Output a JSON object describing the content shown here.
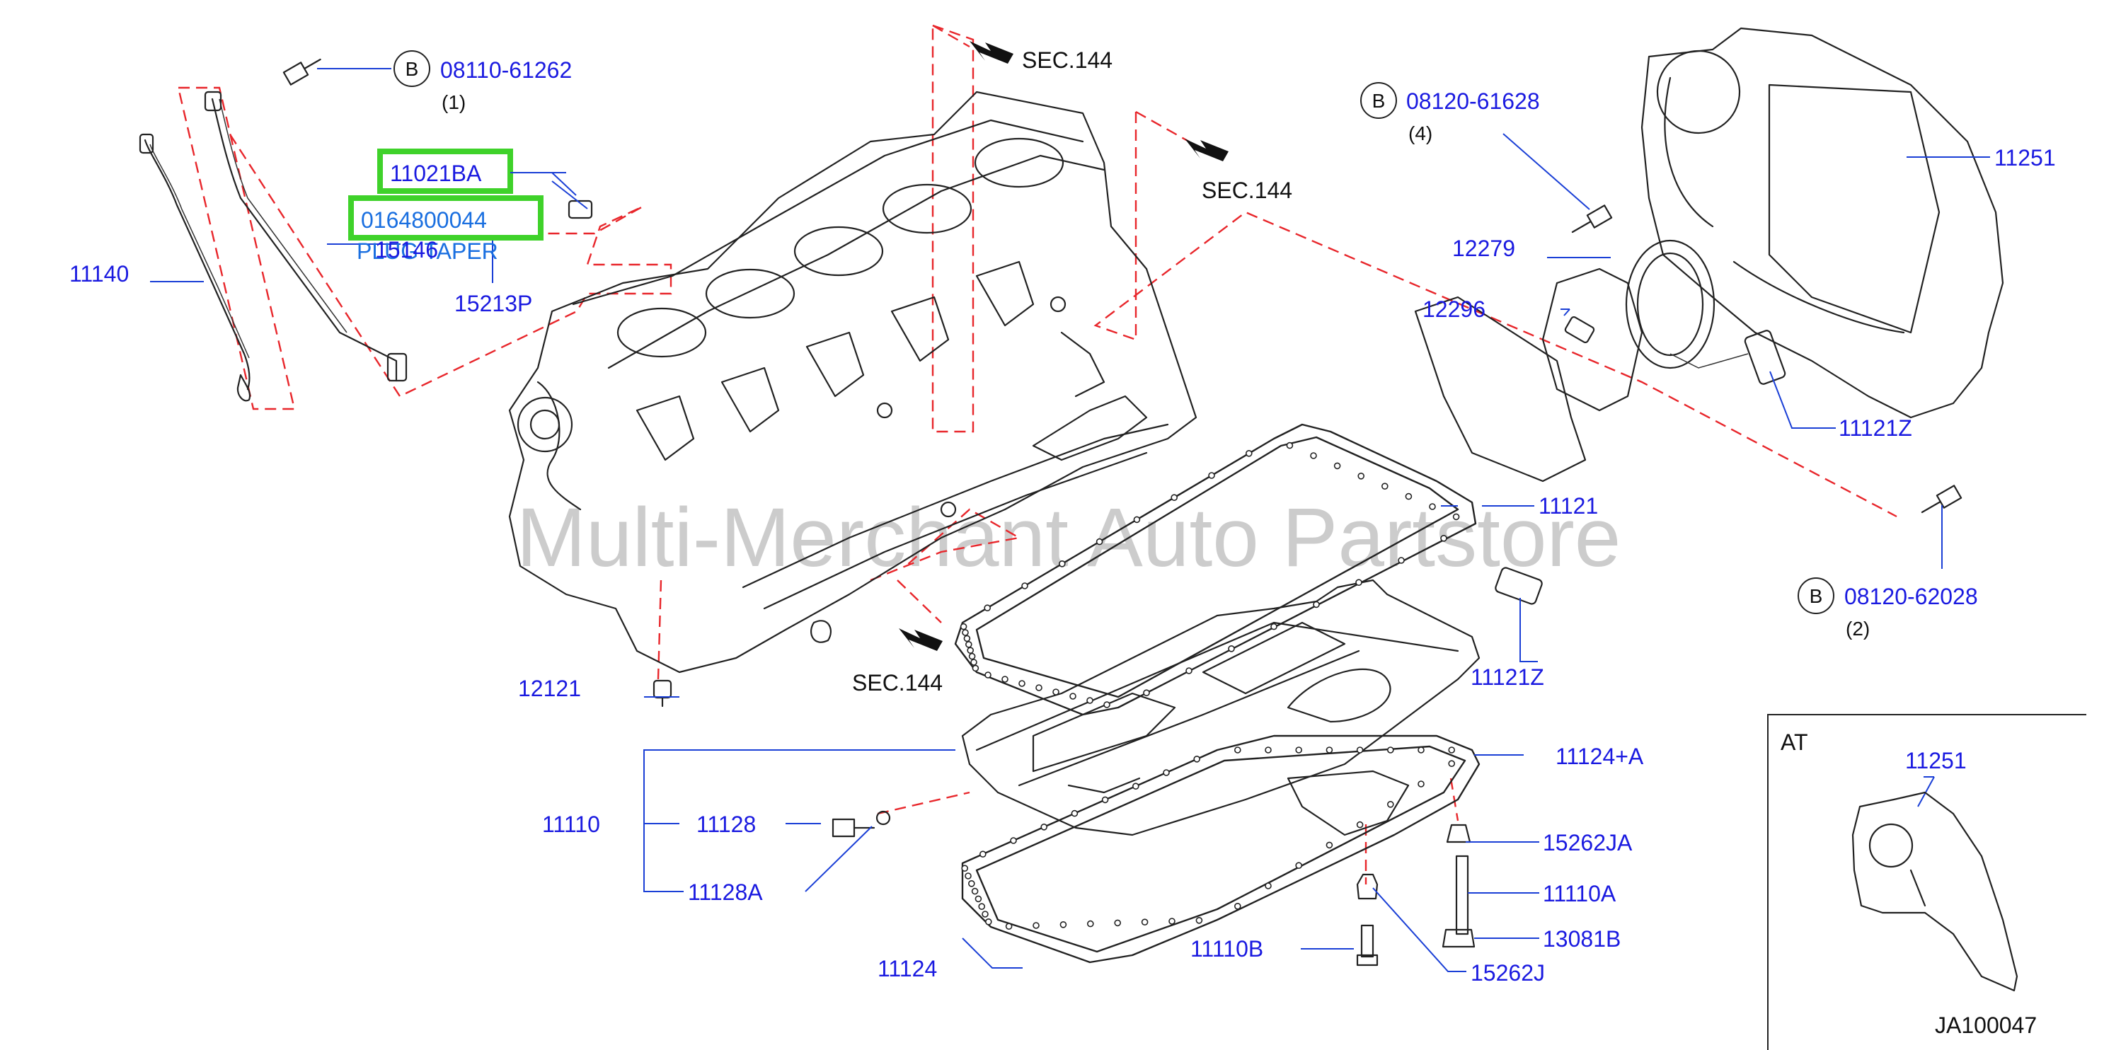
{
  "diagram": {
    "watermark": "Multi-Merchant Auto Partstore",
    "code": "JA100047",
    "inset_title": "AT",
    "sections": [
      "SEC.144",
      "SEC.144",
      "SEC.144"
    ],
    "highlighted_parts": [
      "11021BA",
      "0164800044"
    ],
    "plug_label": "PLUG TAPER",
    "bolts": [
      {
        "letter": "B",
        "part": "08110-61262",
        "qty": "(1)"
      },
      {
        "letter": "B",
        "part": "08120-61628",
        "qty": "(4)"
      },
      {
        "letter": "B",
        "part": "08120-62028",
        "qty": "(2)"
      }
    ],
    "parts": [
      "11140",
      "15146",
      "15213P",
      "12121",
      "11251",
      "12279",
      "12296",
      "11121Z",
      "11121",
      "11121Z",
      "11124+A",
      "15262JA",
      "11110A",
      "13081B",
      "15262J",
      "11110B",
      "11124",
      "11110",
      "11128",
      "11128A",
      "11251"
    ]
  },
  "colors": {
    "label_blue": "#1a1ae0",
    "highlight_green": "#3fd22a",
    "dashed_red": "#e8262b",
    "ink": "#222222"
  }
}
